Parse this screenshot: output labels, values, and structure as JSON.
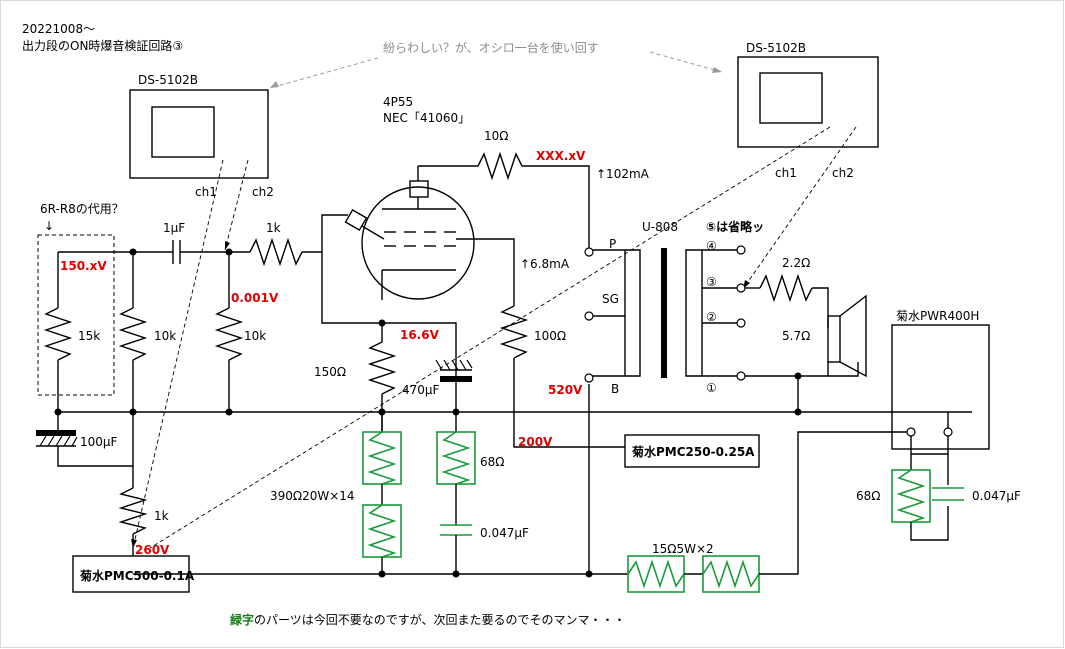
{
  "header": {
    "line1": "20221008～",
    "line2": "出力段のON時爆音検証回路③"
  },
  "note_top": "紛らわしい？が、オシロ一台を使い回す",
  "scopes": [
    {
      "model": "DS-5102B",
      "ch1": "ch1",
      "ch2": "ch2"
    },
    {
      "model": "DS-5102B",
      "ch1": "ch1",
      "ch2": "ch2"
    }
  ],
  "tube": {
    "type": "4P55",
    "maker": "NEC「41060」"
  },
  "labels": {
    "r10": "10Ω",
    "vplate": "XXX.xV",
    "iplate": "↑102mA",
    "isg": "↑6.8mA",
    "sub": "6R-R8の代用？",
    "arrow_down": "↓",
    "cap1u": "1μF",
    "r1k": "1k",
    "v150": "150.xV",
    "v001": "0.001V",
    "r15k": "15k",
    "r10k_a": "10k",
    "r10k_b": "10k",
    "v166": "16.6V",
    "r150": "150Ω",
    "c470": "470μF",
    "r100": "100Ω",
    "c100": "100μF",
    "r1k_b": "1k",
    "v260": "260V",
    "v520": "520V",
    "v200": "200V",
    "r68": "68Ω",
    "c047": "0.047μF",
    "r390": "390Ω20W×14",
    "r15_5w": "15Ω5W×2",
    "trans": "U-808",
    "tap5": "⑤は省略ッ",
    "tap4": "④",
    "tap3": "③",
    "tap2": "②",
    "tap1": "①",
    "pin_p": "P",
    "pin_sg": "SG",
    "pin_b": "B",
    "r22": "2.2Ω",
    "r57": "5.7Ω",
    "load": "菊水PWR400H",
    "r68b": "68Ω",
    "c047b": "0.047μF",
    "ps1": "菊水PMC250-0.25A",
    "ps2": "菊水PMC500-0.1A"
  },
  "footer": {
    "green_word": "緑字",
    "rest": "のパーツは今回不要なのですが、次回また要るのでそのマンマ・・・"
  }
}
